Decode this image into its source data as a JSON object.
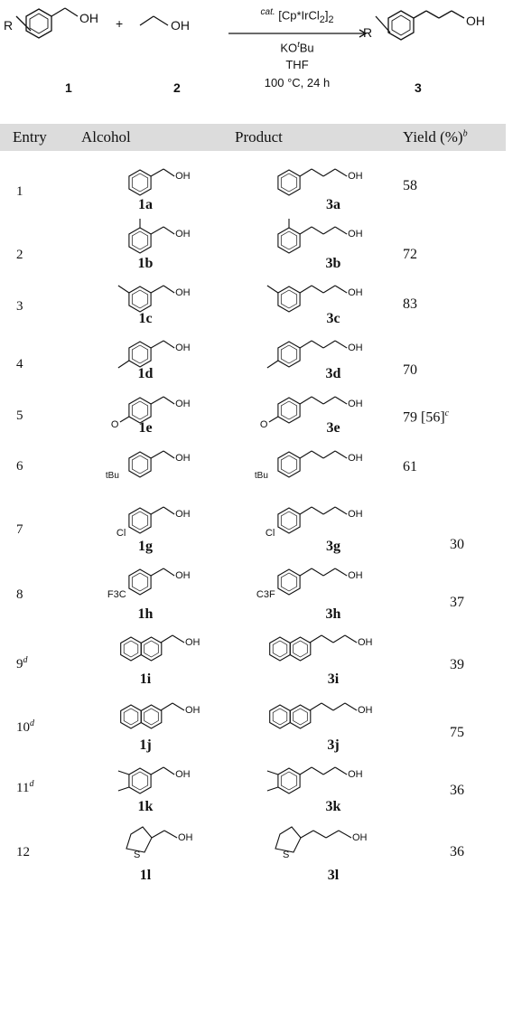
{
  "scheme": {
    "r_label": "R",
    "oh": "OH",
    "plus": "+",
    "catalyst_prefix": "cat.",
    "catalyst": "[Cp*IrCl2]2",
    "base": "KOtBu",
    "solvent": "THF",
    "temp_time": "100 °C, 24 h",
    "compound_1": "1",
    "compound_2": "2",
    "compound_3": "3"
  },
  "table": {
    "headers": {
      "entry": "Entry",
      "alcohol": "Alcohol",
      "product": "Product",
      "yield": "Yield (%)",
      "yield_note": "b"
    },
    "rows": [
      {
        "entry": "1",
        "sup": "",
        "alcohol": "1a",
        "product": "3a",
        "yield": "58"
      },
      {
        "entry": "2",
        "sup": "",
        "alcohol": "1b",
        "product": "3b",
        "yield": "72"
      },
      {
        "entry": "3",
        "sup": "",
        "alcohol": "1c",
        "product": "3c",
        "yield": "83"
      },
      {
        "entry": "4",
        "sup": "",
        "alcohol": "1d",
        "product": "3d",
        "yield": "70"
      },
      {
        "entry": "5",
        "sup": "",
        "alcohol": "1e",
        "product": "3e",
        "yield": "79 [56]",
        "yield_note": "c"
      },
      {
        "entry": "6",
        "sup": "",
        "alcohol": "",
        "product": "",
        "yield": "61"
      },
      {
        "entry": "7",
        "sup": "",
        "alcohol": "1g",
        "product": "3g",
        "yield": "30"
      },
      {
        "entry": "8",
        "sup": "",
        "alcohol": "1h",
        "product": "3h",
        "yield": "37"
      },
      {
        "entry": "9",
        "sup": "d",
        "alcohol": "1i",
        "product": "3i",
        "yield": "39"
      },
      {
        "entry": "10",
        "sup": "d",
        "alcohol": "1j",
        "product": "3j",
        "yield": "75"
      },
      {
        "entry": "11",
        "sup": "d",
        "alcohol": "1k",
        "product": "3k",
        "yield": "36"
      },
      {
        "entry": "12",
        "sup": "",
        "alcohol": "1l",
        "product": "3l",
        "yield": "36"
      }
    ]
  },
  "substituents": {
    "ome": "O",
    "tbu": "tBu",
    "cl": "Cl",
    "cf3_alc": "F3C",
    "cf3_prod": "C3F",
    "s": "S"
  }
}
